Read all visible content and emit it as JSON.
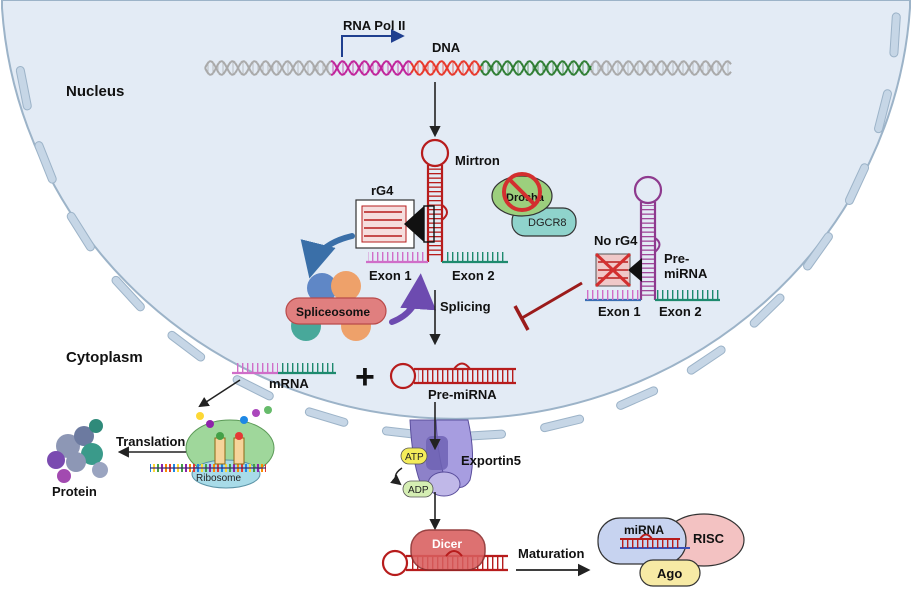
{
  "labels": {
    "rna_pol": "RNA Pol II",
    "dna": "DNA",
    "nucleus": "Nucleus",
    "mirtron": "Mirtron",
    "rg4": "rG4",
    "drosha": "Drosha",
    "dgcr8": "DGCR8",
    "no_rg4": "No rG4",
    "pre_mirna_right_1": "Pre-",
    "pre_mirna_right_2": "miRNA",
    "exon1_left": "Exon 1",
    "exon2_left": "Exon 2",
    "exon1_right": "Exon 1",
    "exon2_right": "Exon 2",
    "spliceosome": "Spliceosome",
    "splicing": "Splicing",
    "cytoplasm": "Cytoplasm",
    "mrna": "mRNA",
    "plus": "+",
    "pre_mirna": "Pre-miRNA",
    "atp": "ATP",
    "adp": "ADP",
    "exportin5": "Exportin5",
    "translation": "Translation",
    "ribosome": "Ribosome",
    "protein": "Protein",
    "dicer": "Dicer",
    "maturation": "Maturation",
    "mirna": "miRNA",
    "risc": "RISC",
    "ago": "Ago"
  },
  "colors": {
    "nucleus_fill": "#e3ebf5",
    "nuclear_pore": "#c6d6e6",
    "pore_edge": "#9cb3c8",
    "rna_red": "#b71c1c",
    "exon_pink": "#d06ec8",
    "exon_green": "#1e8a6e",
    "dna_gray": "#a9a9a9",
    "dna_magenta": "#c0229a",
    "dna_red": "#e8372a",
    "dna_green": "#2e7d32",
    "pol_blue": "#1f3f8f",
    "inhibit": "#9b1b1b",
    "spliceosome_pink": "#e07f7f",
    "spliceosome_blue": "#5f87c6",
    "spliceosome_teal": "#48a89a",
    "spliceosome_orange": "#eea16a",
    "drosha_green": "#9ccf7d",
    "dgcr8_teal": "#8fd3cc",
    "exportin_purple": "#8d81c9",
    "atp_yellow": "#f4ec5a",
    "adp_green": "#d5eeb3",
    "dicer_fill": "#d95e5e",
    "risc_pink": "#f3c2c2",
    "mirna_box": "#c7d3f0",
    "ago_yellow": "#f7eaa5",
    "ribosome_green": "#9fd79b",
    "ribosome_blue": "#a8dbe8"
  }
}
